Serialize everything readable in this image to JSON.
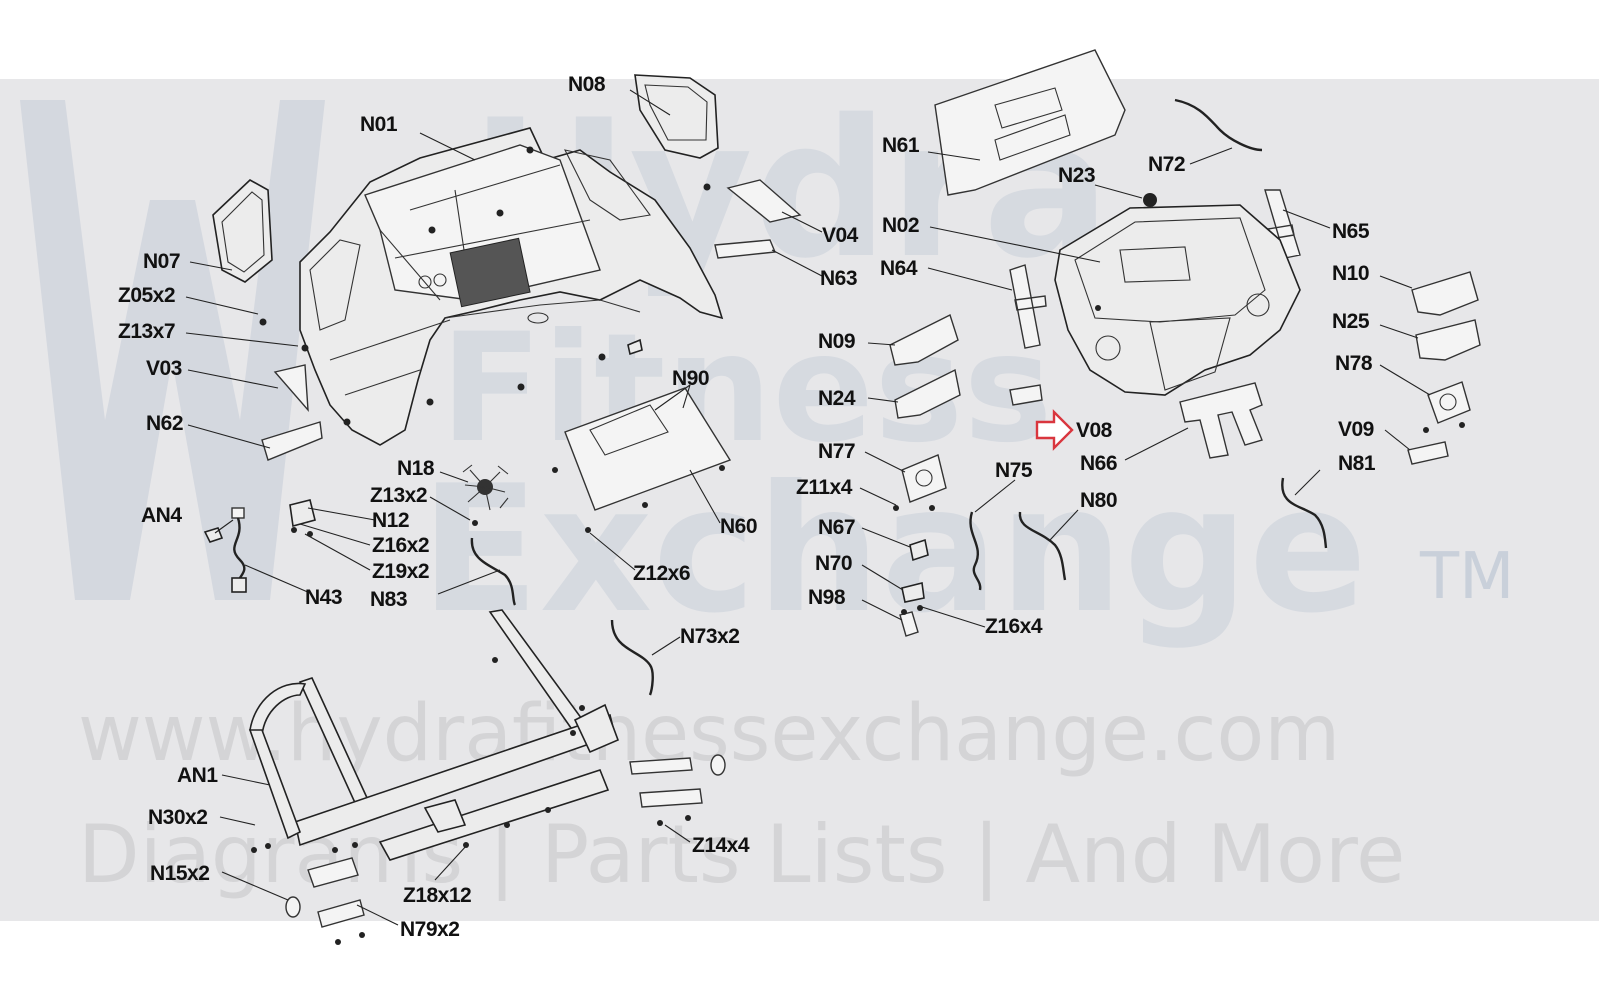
{
  "watermark": {
    "line1": "Hydra",
    "line2": "Fitness",
    "line3": "Exchange",
    "trademark": "TM",
    "url": "www.hydrafitnessexchange.com",
    "tagline": "Diagrams | Parts Lists | And More"
  },
  "colors": {
    "band": "#e7e7e9",
    "watermark": "#c9d0da",
    "arrow": "#d9363e",
    "ink": "#111111"
  },
  "labels": {
    "N01": "N01",
    "N08": "N08",
    "N07": "N07",
    "Z05x2": "Z05x2",
    "Z13x7": "Z13x7",
    "V03": "V03",
    "N62": "N62",
    "AN4": "AN4",
    "N43": "N43",
    "N18": "N18",
    "Z13x2": "Z13x2",
    "N12": "N12",
    "Z16x2": "Z16x2",
    "Z19x2": "Z19x2",
    "N83": "N83",
    "V04": "V04",
    "N63": "N63",
    "N90": "N90",
    "N60": "N60",
    "Z12x6": "Z12x6",
    "N73x2": "N73x2",
    "AN1": "AN1",
    "N30x2": "N30x2",
    "N15x2": "N15x2",
    "Z18x12": "Z18x12",
    "N79x2": "N79x2",
    "Z14x4": "Z14x4",
    "N61": "N61",
    "N23": "N23",
    "N72": "N72",
    "N02": "N02",
    "N65": "N65",
    "N64": "N64",
    "N10": "N10",
    "N09": "N09",
    "N25": "N25",
    "N24": "N24",
    "N78": "N78",
    "V08": "V08",
    "N66": "N66",
    "V09": "V09",
    "N77": "N77",
    "Z11x4": "Z11x4",
    "N75": "N75",
    "N81": "N81",
    "N80": "N80",
    "N67": "N67",
    "N70": "N70",
    "N98": "N98",
    "Z16x4": "Z16x4"
  },
  "highlight": {
    "label": "V08",
    "arrow_icon": "right-arrow-icon"
  }
}
